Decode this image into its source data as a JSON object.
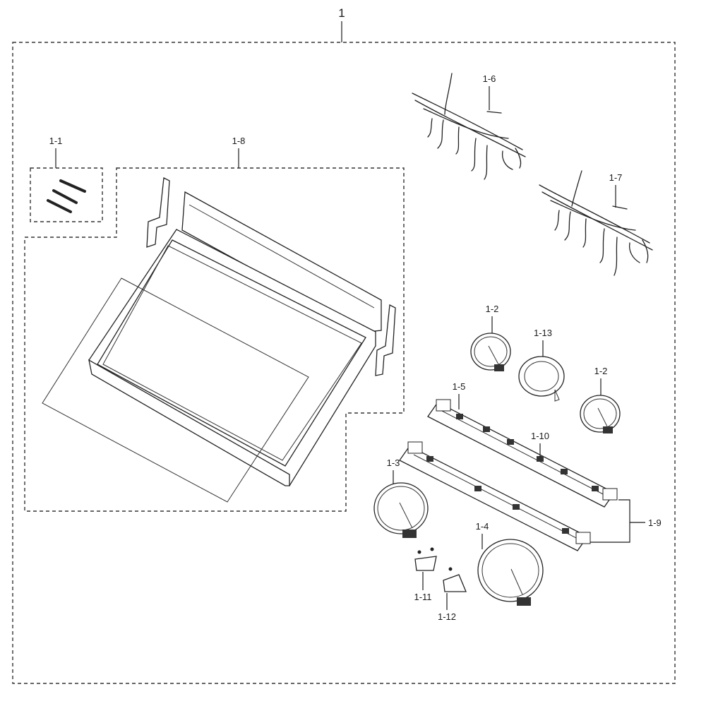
{
  "diagram": {
    "assembly_label": "1",
    "parts": [
      {
        "id": "1-1"
      },
      {
        "id": "1-2"
      },
      {
        "id": "1-3"
      },
      {
        "id": "1-4"
      },
      {
        "id": "1-5"
      },
      {
        "id": "1-6"
      },
      {
        "id": "1-7"
      },
      {
        "id": "1-8"
      },
      {
        "id": "1-9"
      },
      {
        "id": "1-10"
      },
      {
        "id": "1-11"
      },
      {
        "id": "1-12"
      },
      {
        "id": "1-13"
      }
    ]
  }
}
